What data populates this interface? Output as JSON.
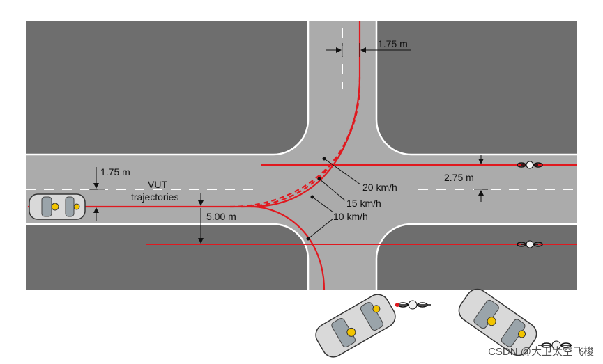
{
  "labels": {
    "lane_offset_top": "1.75 m",
    "lane_offset_left": "1.75 m",
    "vut_line1": "VUT",
    "vut_line2": "trajectories",
    "lateral_gap": "5.00 m",
    "cyclist_offset": "2.75 m",
    "speed_20": "20 km/h",
    "speed_15": "15 km/h",
    "speed_10": "10 km/h"
  },
  "watermark": "CSDN @大卫太空飞梭",
  "colors": {
    "dark_area": "#6e6e6e",
    "road": "#ababab",
    "trajectory": "#e0191f",
    "markings": "#ffffff",
    "background": "#ffffff",
    "car_body": "#d9d9d9"
  }
}
